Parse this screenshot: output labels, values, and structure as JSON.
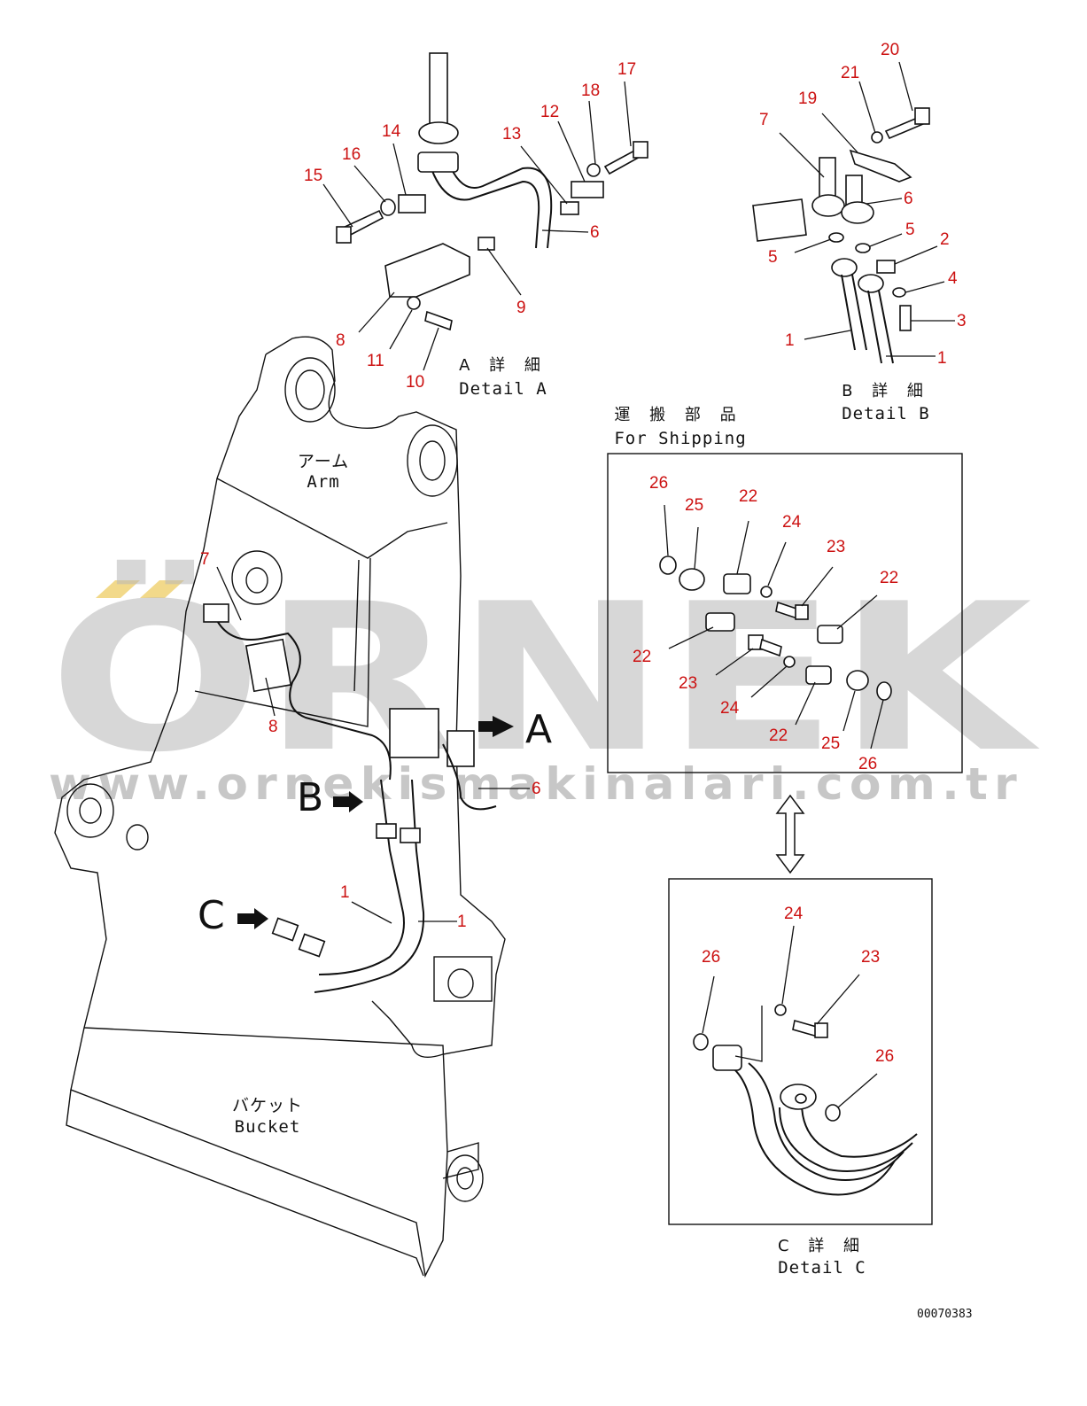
{
  "detail_a": {
    "caption_jp": "A 詳 細",
    "caption_en": "Detail A"
  },
  "detail_b": {
    "caption_jp": "B 詳 細",
    "caption_en": "Detail B"
  },
  "detail_c": {
    "caption_jp": "C 詳 細",
    "caption_en": "Detail C"
  },
  "shipping": {
    "caption_jp": "運 搬 部 品",
    "caption_en": "For Shipping"
  },
  "arm": {
    "jp": "アーム",
    "en": "Arm"
  },
  "bucket": {
    "jp": "バケット",
    "en": "Bucket"
  },
  "view_arrows": [
    "A",
    "B",
    "C"
  ],
  "drawing_code": "00070383",
  "watermark": {
    "brand": "ÖRNEK",
    "url": "www.ornekismakinalari.com.tr"
  },
  "callouts": {
    "a": [
      "17",
      "18",
      "12",
      "13",
      "14",
      "16",
      "15",
      "6",
      "9",
      "8",
      "11",
      "10"
    ],
    "b": [
      "20",
      "21",
      "19",
      "7",
      "6",
      "5",
      "5",
      "2",
      "4",
      "3",
      "1",
      "1"
    ],
    "main": [
      "7",
      "8",
      "6",
      "1",
      "1"
    ],
    "shipping": [
      "26",
      "25",
      "22",
      "24",
      "23",
      "22",
      "22",
      "23",
      "24",
      "22",
      "25",
      "26"
    ],
    "c": [
      "24",
      "26",
      "23",
      "26"
    ]
  },
  "colors": {
    "callout": "#cc1111",
    "line": "#111111",
    "watermark": "#b8b8b8",
    "accent": "#f2d98a"
  }
}
